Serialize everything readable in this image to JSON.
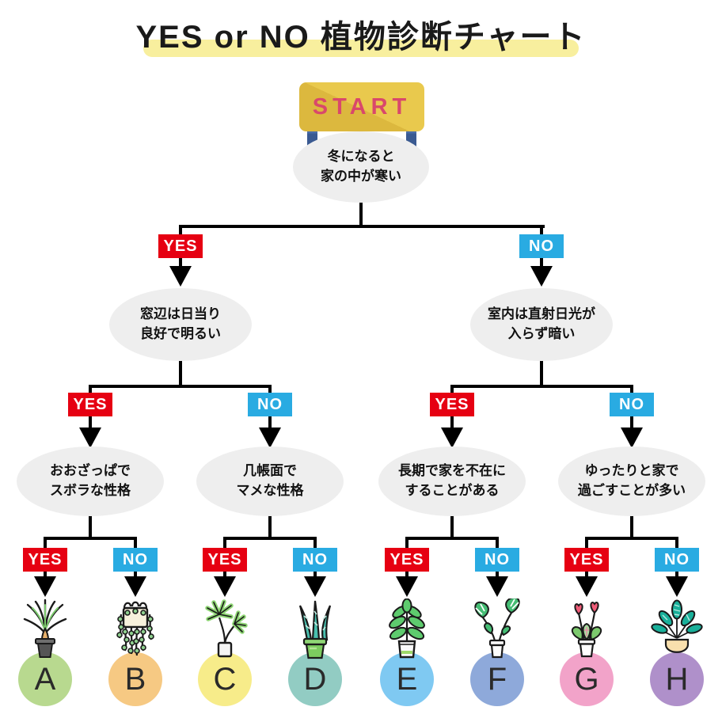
{
  "title": {
    "text": "YES or NO 植物診断チャート",
    "highlight_color": "#f8ef9e"
  },
  "banner": {
    "label": "START",
    "face_color": "#e9c94d",
    "text_color": "#d9486b",
    "post_color": "#4a6da8"
  },
  "badges": {
    "yes": "YES",
    "no": "NO",
    "yes_color": "#e60012",
    "no_color": "#29abe2"
  },
  "questions": {
    "root": {
      "line1": "冬になると",
      "line2": "家の中が寒い"
    },
    "left": {
      "line1": "窓辺は日当り",
      "line2": "良好で明るい"
    },
    "right": {
      "line1": "室内は直射日光が",
      "line2": "入らず暗い"
    },
    "leaf1": {
      "line1": "おおざっぱで",
      "line2": "スボラな性格"
    },
    "leaf2": {
      "line1": "几帳面で",
      "line2": "マメな性格"
    },
    "leaf3": {
      "line1": "長期で家を不在に",
      "line2": "することがある"
    },
    "leaf4": {
      "line1": "ゆったりと家で",
      "line2": "過ごすことが多い"
    }
  },
  "results": [
    {
      "letter": "A",
      "circle_color": "#b8d98f",
      "icon": "yucca-plant-icon"
    },
    {
      "letter": "B",
      "circle_color": "#f6c983",
      "icon": "hanging-plant-icon"
    },
    {
      "letter": "C",
      "circle_color": "#f7ec8a",
      "icon": "schefflera-plant-icon"
    },
    {
      "letter": "D",
      "circle_color": "#92ccc3",
      "icon": "snake-plant-icon"
    },
    {
      "letter": "E",
      "circle_color": "#7fc9f2",
      "icon": "rubber-plant-icon"
    },
    {
      "letter": "F",
      "circle_color": "#8ea9da",
      "icon": "monstera-plant-icon"
    },
    {
      "letter": "G",
      "circle_color": "#f2a3c9",
      "icon": "anthurium-plant-icon"
    },
    {
      "letter": "H",
      "circle_color": "#af90ca",
      "icon": "calathea-plant-icon"
    }
  ]
}
